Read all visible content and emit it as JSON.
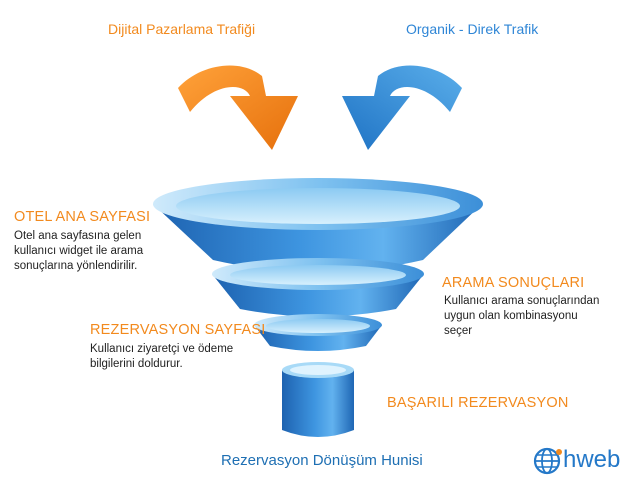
{
  "inputs": {
    "left_source": "Dijital Pazarlama Trafiği",
    "right_source": "Organik - Direk Trafik"
  },
  "stages": [
    {
      "title": "OTEL ANA SAYFASI",
      "desc": [
        "Otel ana sayfasına gelen",
        "kullanıcı widget ile arama",
        "sonuçlarına yönlendirilir."
      ]
    },
    {
      "title": "ARAMA SONUÇLARI",
      "desc": [
        "Kullanıcı arama sonuçlarından",
        "uygun olan  kombinasyonu",
        "seçer"
      ]
    },
    {
      "title": "REZERVASYON SAYFASI",
      "desc": [
        "Kullanıcı ziyaretçi ve ödeme",
        "bilgilerini doldurur."
      ]
    },
    {
      "title": "BAŞARILI REZERVASYON",
      "desc": []
    }
  ],
  "caption": "Rezervasyon Dönüşüm Hunisi",
  "brand": {
    "name": "hweb",
    "icon": "globe-icon"
  },
  "colors": {
    "orange": "#f28a1e",
    "blue": "#2f86d6",
    "funnel_dark": "#1f6fc0",
    "funnel_light": "#9fd3f5"
  }
}
